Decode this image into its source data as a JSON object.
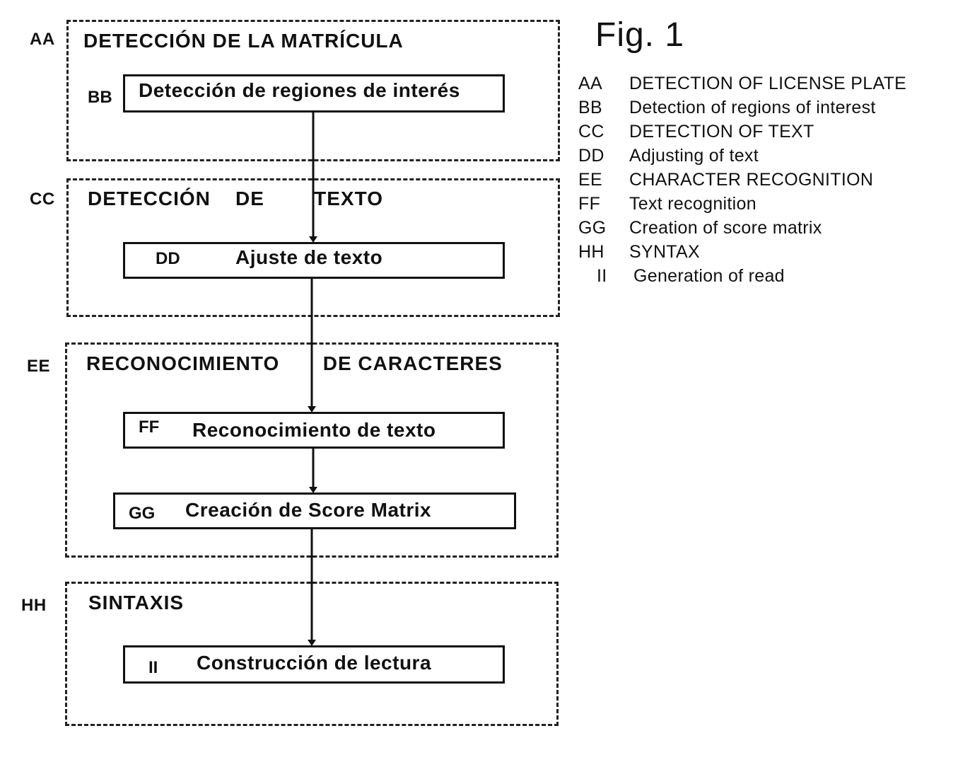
{
  "figure_title": "Fig. 1",
  "sections": [
    {
      "code": "AA",
      "title": "DETECCIÓN DE LA MATRÍCULA"
    },
    {
      "code": "CC",
      "title": "DETECCIÓN    DE        TEXTO"
    },
    {
      "code": "EE",
      "title": "RECONOCIMIENTO       DE CARACTERES"
    },
    {
      "code": "HH",
      "title": "SINTAXIS"
    }
  ],
  "steps": [
    {
      "code": "BB",
      "label": "Detección de regiones de interés"
    },
    {
      "code": "DD",
      "label": "Ajuste de texto"
    },
    {
      "code": "FF",
      "label": "Reconocimiento de texto"
    },
    {
      "code": "GG",
      "label": "Creación de Score Matrix"
    },
    {
      "code": "II",
      "label": "Construcción de lectura"
    }
  ],
  "legend": [
    {
      "code": "AA",
      "text": "DETECTION OF LICENSE PLATE"
    },
    {
      "code": "BB",
      "text": "Detection of regions of interest"
    },
    {
      "code": "CC",
      "text": "DETECTION OF TEXT"
    },
    {
      "code": "DD",
      "text": "Adjusting of text"
    },
    {
      "code": "EE",
      "text": "CHARACTER RECOGNITION"
    },
    {
      "code": "FF",
      "text": "Text recognition"
    },
    {
      "code": "GG",
      "text": "Creation of score matrix"
    },
    {
      "code": "HH",
      "text": "SYNTAX"
    },
    {
      "code": "II",
      "text": "Generation of read"
    }
  ]
}
